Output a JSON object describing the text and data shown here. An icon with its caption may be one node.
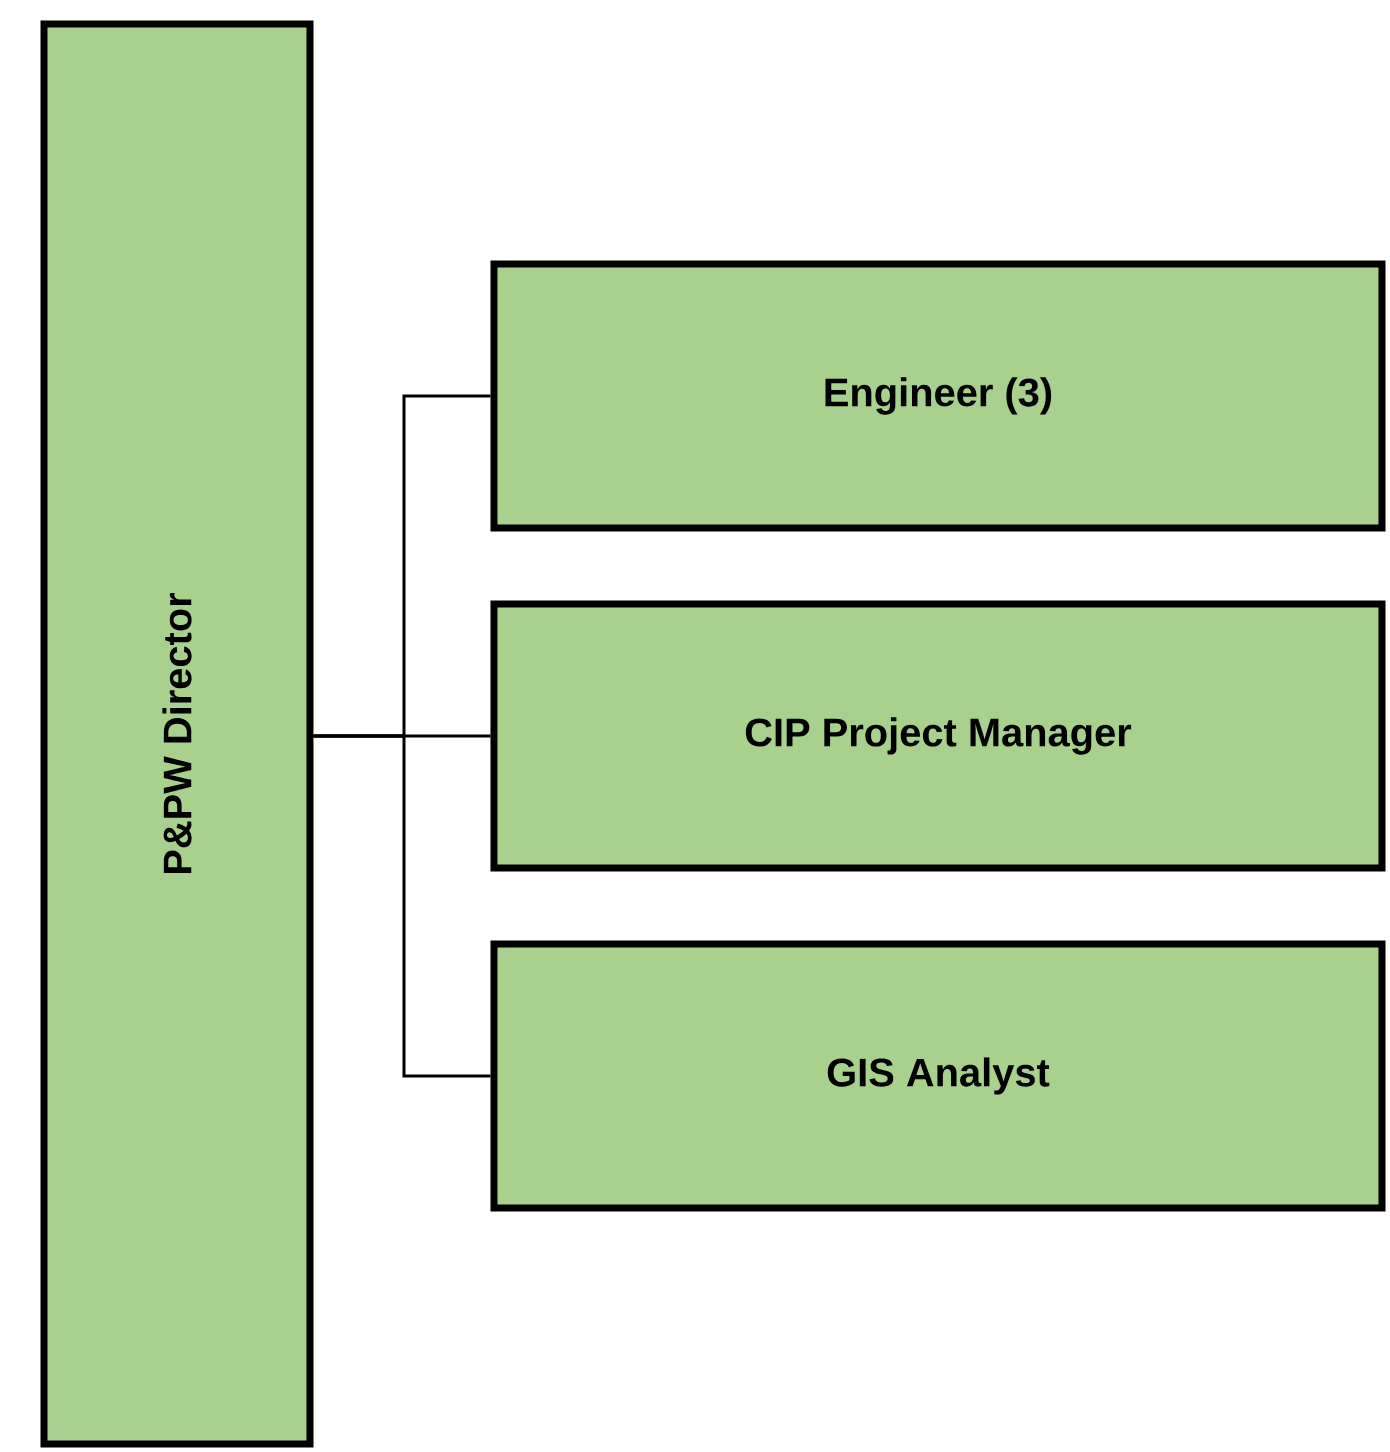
{
  "diagram": {
    "nodes": [
      {
        "text": [
          "P&PW Director"
        ]
      },
      {
        "text": [
          "Engineer (3)"
        ]
      },
      {
        "text": [
          "CIP Project Manager"
        ]
      },
      {
        "text": [
          "GIS Analyst"
        ]
      }
    ],
    "edges": [
      {
        "from": 0,
        "to": 1,
        "arrow": "none"
      },
      {
        "from": 0,
        "to": 2,
        "arrow": "none"
      },
      {
        "from": 0,
        "to": 3,
        "arrow": "none"
      }
    ]
  }
}
